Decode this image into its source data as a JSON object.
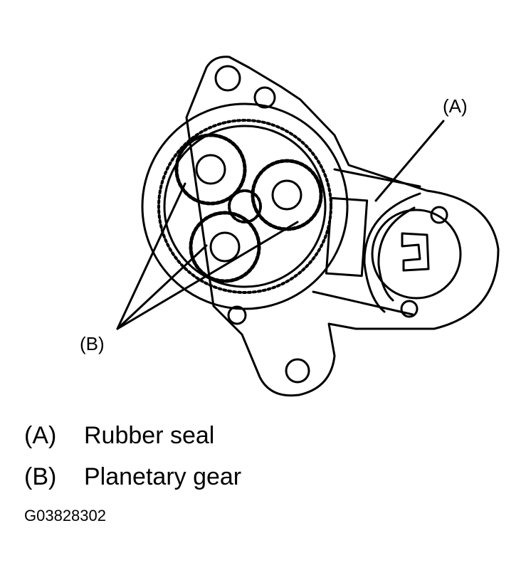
{
  "callouts": {
    "a": "(A)",
    "b": "(B)"
  },
  "legend": [
    {
      "key": "(A)",
      "label": "Rubber seal"
    },
    {
      "key": "(B)",
      "label": "Planetary gear"
    }
  ],
  "figure_code": "G03828302",
  "colors": {
    "line": "#000000",
    "background": "#ffffff"
  }
}
